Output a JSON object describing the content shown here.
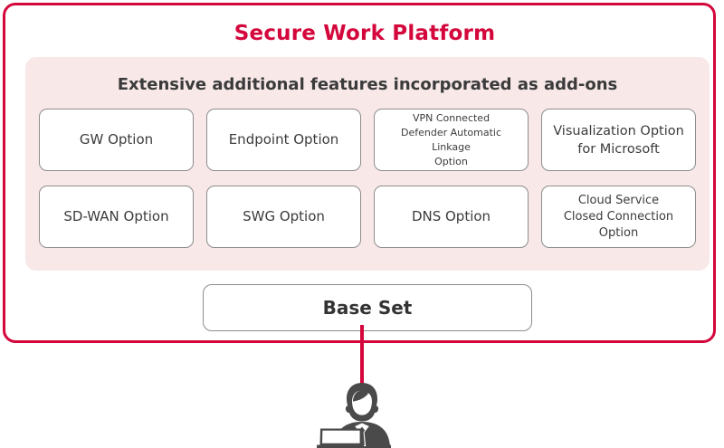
{
  "diagram": {
    "title": "Secure Work Platform",
    "accent_color": "#d4073c",
    "panel_color": "#f8e8e8",
    "box_border_color": "#8d8d8d",
    "icon_color": "#4a4a4a",
    "addons": {
      "heading": "Extensive additional features incorporated as add-ons",
      "options": [
        {
          "label": "GW Option",
          "size": "normal"
        },
        {
          "label": "Endpoint Option",
          "size": "normal"
        },
        {
          "label": "VPN Connected\nDefender Automatic Linkage\nOption",
          "size": "small"
        },
        {
          "label": "Visualization Option\nfor Microsoft",
          "size": "two-line"
        },
        {
          "label": "SD-WAN Option",
          "size": "normal"
        },
        {
          "label": "SWG Option",
          "size": "normal"
        },
        {
          "label": "DNS Option",
          "size": "normal"
        },
        {
          "label": "Cloud Service\nClosed Connection Option",
          "size": "med"
        }
      ]
    },
    "base": {
      "label": "Base Set"
    },
    "user": {
      "icon": "person-with-laptop-icon"
    }
  }
}
